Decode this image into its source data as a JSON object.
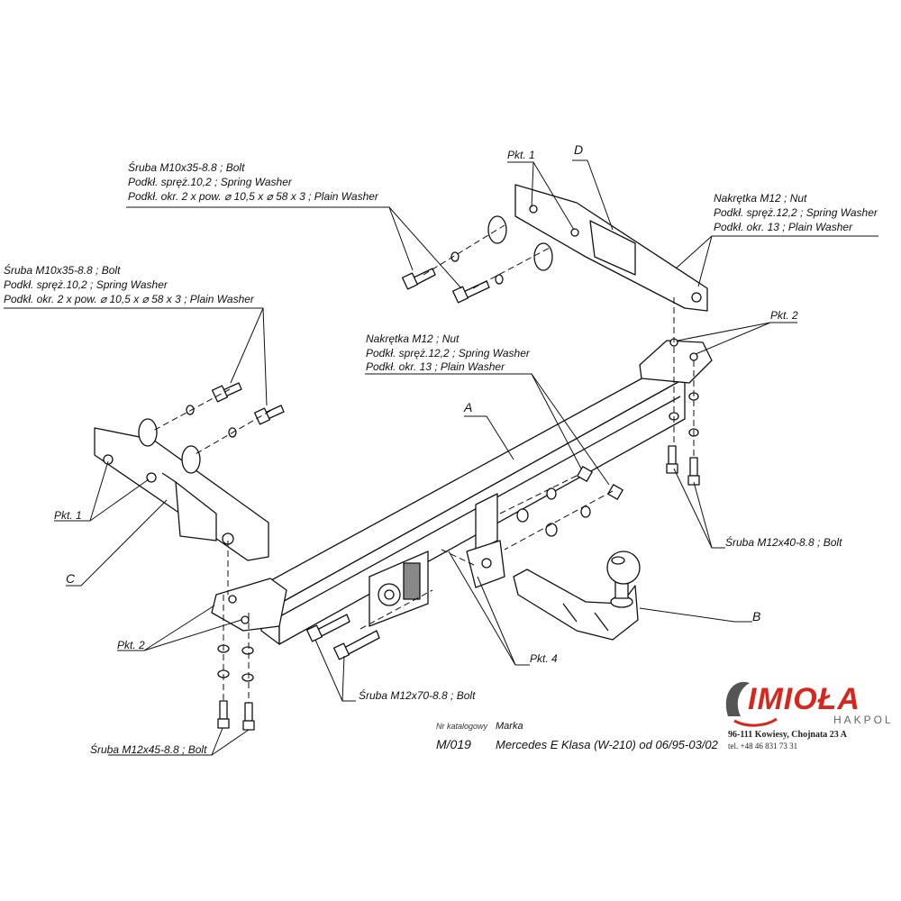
{
  "labels": {
    "top_left_bolt": [
      "Śruba M10x35-8.8 ;  Bolt",
      "Podkł. spręż.10,2 ; Spring Washer",
      "Podkł. okr. 2 x pow. ⌀ 10,5 x ⌀ 58 x 3 ; Plain Washer"
    ],
    "left_bolt": [
      "Śruba M10x35-8.8 ;  Bolt",
      "Podkł. spręż.10,2 ; Spring Washer",
      "Podkł. okr. 2 x pow. ⌀ 10,5 x ⌀ 58 x 3 ; Plain Washer"
    ],
    "center_nut": [
      "Nakrętka  M12 ; Nut",
      "Podkł. spręż.12,2 ; Spring Washer",
      "Podkł. okr. 13 ; Plain Washer"
    ],
    "right_nut": [
      "Nakrętka  M12 ; Nut",
      "Podkł. spręż.12,2 ; Spring Washer",
      "Podkł. okr. 13 ; Plain Washer"
    ],
    "pkt1_top": "Pkt. 1",
    "pkt1_left": "Pkt. 1",
    "pkt2_right": "Pkt. 2",
    "pkt2_left": "Pkt. 2",
    "pkt4": "Pkt. 4",
    "letter_a": "A",
    "letter_b": "B",
    "letter_c": "C",
    "letter_d": "D",
    "bolt_m12x40": "Śruba M12x40-8.8 ;  Bolt",
    "bolt_m12x70": "Śruba M12x70-8.8 ;  Bolt",
    "bolt_m12x45": "Śruba M12x45-8.8 ;  Bolt"
  },
  "catalog": {
    "nr_label": "Nr katalogowy",
    "marka_label": "Marka",
    "number": "M/019",
    "model": "Mercedes E Klasa (W-210)   od  06/95-03/02"
  },
  "logo": {
    "name": "IMIOŁA",
    "sub": "HAKPOL",
    "address": "96-111 Kowiesy, Chojnata 23 A",
    "phone": "tel. +48 46 831 73 31",
    "brand_color": "#d8261c"
  }
}
